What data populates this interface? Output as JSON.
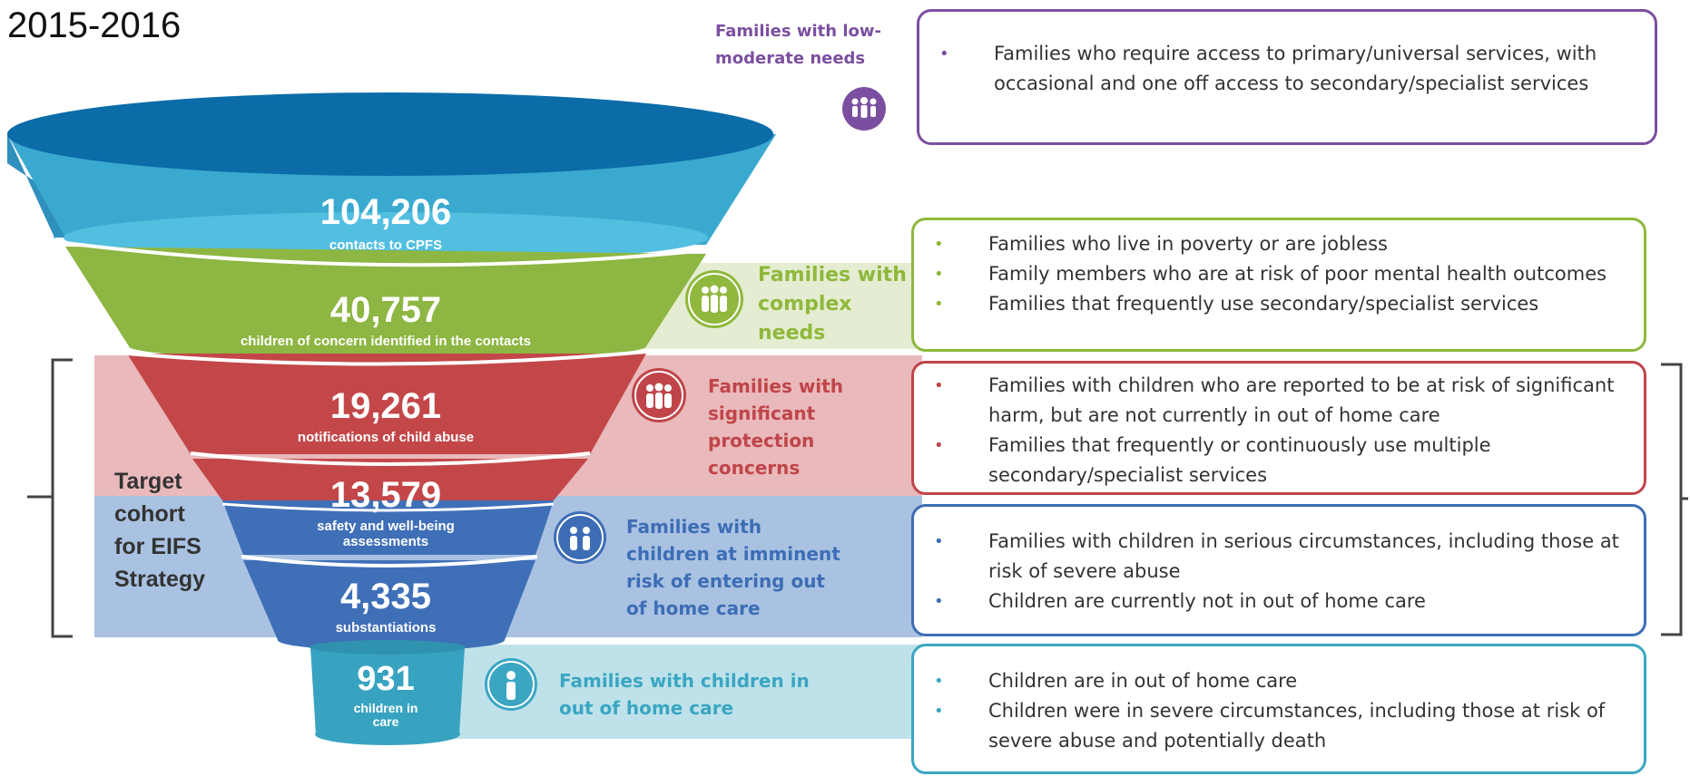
{
  "year": "2015-2016",
  "target_label": [
    "Target",
    "cohort",
    "for EIFS",
    "Strategy"
  ],
  "funnel": [
    {
      "value": "104,206",
      "label": "contacts to CPFS"
    },
    {
      "value": "40,757",
      "label": "children of concern identified in the contacts"
    },
    {
      "value": "19,261",
      "label": "notifications of child abuse"
    },
    {
      "value": "13,579",
      "label": "safety and well-being assessments"
    },
    {
      "value": "4,335",
      "label": "substantiations"
    },
    {
      "value": "931",
      "label": "children in care"
    }
  ],
  "groups": [
    {
      "label": [
        "Families with low-",
        "moderate needs"
      ],
      "icon": "family-icon",
      "color": "#7b4fa0",
      "bullets": [
        "Families who require access to primary/universal services, with occasional and one off access to secondary/specialist services"
      ]
    },
    {
      "label": [
        "Families with",
        "complex",
        "needs"
      ],
      "icon": "family-icon",
      "color": "#8fb83c",
      "bullets": [
        "Families who live in poverty or are jobless",
        "Family members who are at risk of poor mental health outcomes",
        "Families that frequently use secondary/specialist services"
      ]
    },
    {
      "label": [
        "Families with",
        "significant",
        "protection",
        "concerns"
      ],
      "icon": "family-icon",
      "color": "#c0454a",
      "bullets": [
        "Families with children who are reported to be at risk of significant harm, but are not currently in out of home care",
        "Families that frequently  or continuously use multiple secondary/specialist services"
      ]
    },
    {
      "label": [
        "Families with",
        "children  at imminent",
        "risk of entering out",
        "of home care"
      ],
      "icon": "children-icon",
      "color": "#3d6db5",
      "bullets": [
        "Families with children in serious circumstances, including those at risk of severe abuse",
        "Children are currently not in out of home care"
      ]
    },
    {
      "label": [
        "Families with  children  in",
        "out of home care"
      ],
      "icon": "child-icon",
      "color": "#3aa6c2",
      "bullets": [
        "Children are in out of home care",
        "Children were in severe circumstances, including those at risk of severe abuse and potentially death"
      ]
    }
  ]
}
